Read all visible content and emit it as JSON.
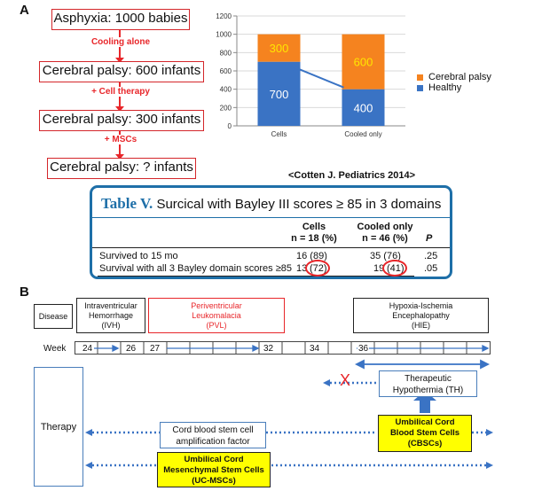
{
  "panel_a": {
    "letter": "A",
    "flow": {
      "box1": "Asphyxia: 1000 babies",
      "label1": "Cooling alone",
      "box2": "Cerebral palsy: 600 infants",
      "label2": "+ Cell therapy",
      "box3": "Cerebral palsy: 300 infants",
      "label3": "+ MSCs",
      "box4": "Cerebral palsy: ? infants"
    },
    "colors": {
      "red": "#e8262a",
      "orange": "#f5831f",
      "blue": "#3a73c4"
    },
    "chart_data": {
      "type": "bar",
      "stacked": true,
      "categories": [
        "Cells",
        "Cooled only"
      ],
      "series": [
        {
          "name": "Healthy",
          "values": [
            700,
            400
          ],
          "color": "#3a73c4"
        },
        {
          "name": "Cerebral palsy",
          "values": [
            300,
            600
          ],
          "color": "#f5831f"
        }
      ],
      "ylim": [
        0,
        1200
      ],
      "yticks": [
        0,
        200,
        400,
        600,
        800,
        1000,
        1200
      ],
      "legend": [
        "Cerebral palsy",
        "Healthy"
      ],
      "legend_position": "right",
      "annotation": "arrow from Cooled only top of Healthy to Cells"
    },
    "citation": "<Cotten J. Pediatrics 2014>",
    "table": {
      "title_prefix": "Table V.",
      "title_rest": "Surcical with Bayley III scores ≥ 85 in 3 domains",
      "col_cells_1": "Cells",
      "col_cells_2": "n = 18 (%)",
      "col_cooled_1": "Cooled only",
      "col_cooled_2": "n = 46 (%)",
      "col_p": "P",
      "rows": [
        {
          "label": "Survived to 15 mo",
          "cells": "16 (89)",
          "cooled": "35 (76)",
          "p": ".25"
        },
        {
          "label": "Survival with all 3 Bayley domain scores ≥85",
          "cells_n": "13",
          "cells_pct": "(72)",
          "cooled_n": "19",
          "cooled_pct": "(41)",
          "p": ".05"
        }
      ]
    }
  },
  "panel_b": {
    "letter": "B",
    "disease_label": "Disease",
    "ivh": [
      "Intraventricular",
      "Hemorrhage",
      "(IVH)"
    ],
    "pvl": [
      "Periventricular",
      "Leukomalacia",
      "(PVL)"
    ],
    "hie": [
      "Hypoxia-Ischemia",
      "Encephalopathy",
      "(HIE)"
    ],
    "week_label": "Week",
    "weeks": [
      "24",
      "26",
      "27",
      "32",
      "34",
      "36"
    ],
    "therapy_label": "Therapy",
    "th": [
      "Therapeutic",
      "Hypothermia (TH)"
    ],
    "cord_factor": [
      "Cord blood stem cell",
      "amplification factor"
    ],
    "cbsc": [
      "Umbilical Cord",
      "Blood Stem Cells",
      "(CBSCs)"
    ],
    "ucmsc": [
      "Umbilical Cord",
      "Mesenchymal Stem Cells",
      "(UC-MSCs)"
    ],
    "x_mark": "X"
  }
}
